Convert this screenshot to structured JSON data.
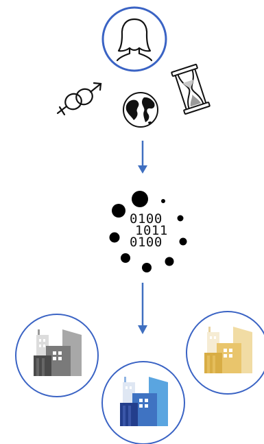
{
  "binary_lines": [
    "0100",
    "1011",
    "0100"
  ],
  "colors": {
    "circle_outline": "#3a63c4",
    "arrow": "#3f6fc0",
    "dots": "#000000",
    "building_gray": "#6d6d6d",
    "building_blue": "#3b6fb8",
    "building_gold": "#e3b94f"
  },
  "icons": [
    "person-icon",
    "gender-icon",
    "globe-icon",
    "hourglass-icon",
    "data-processing-icon",
    "building-gray-icon",
    "building-blue-icon",
    "building-gold-icon"
  ]
}
